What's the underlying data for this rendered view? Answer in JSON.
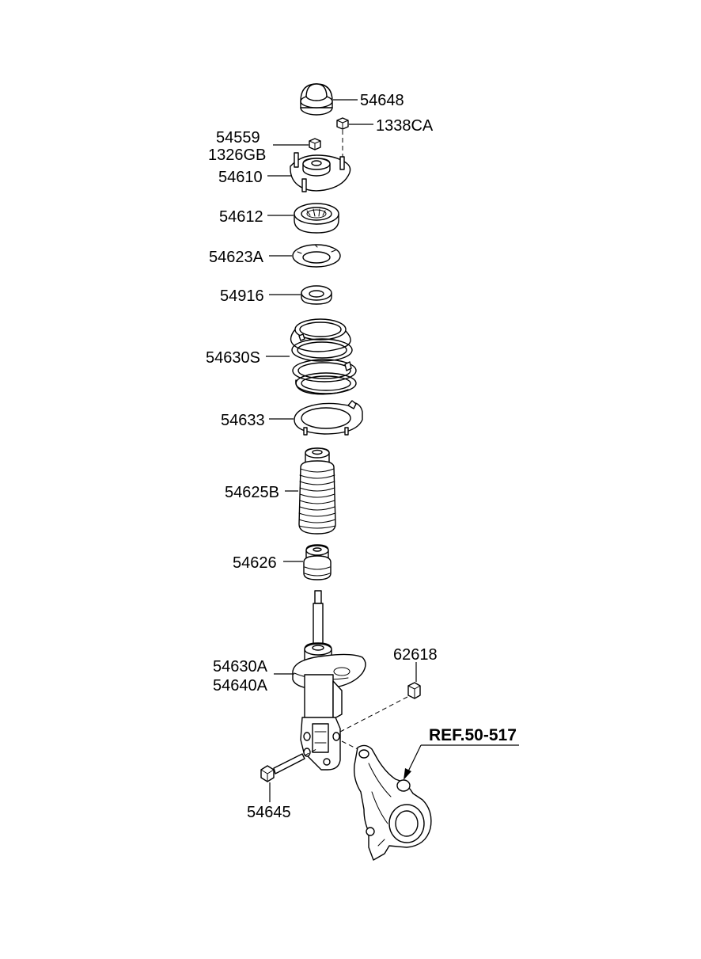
{
  "labels": {
    "p54648": "54648",
    "p1338CA": "1338CA",
    "p54559": "54559",
    "p1326GB": "1326GB",
    "p54610": "54610",
    "p54612": "54612",
    "p54623A": "54623A",
    "p54916": "54916",
    "p54630S": "54630S",
    "p54633": "54633",
    "p54625B": "54625B",
    "p54626": "54626",
    "p54630A": "54630A",
    "p54640A": "54640A",
    "p62618": "62618",
    "p54645": "54645",
    "ref": "REF.50-517"
  },
  "colors": {
    "ink": "#000000",
    "background": "#ffffff"
  }
}
